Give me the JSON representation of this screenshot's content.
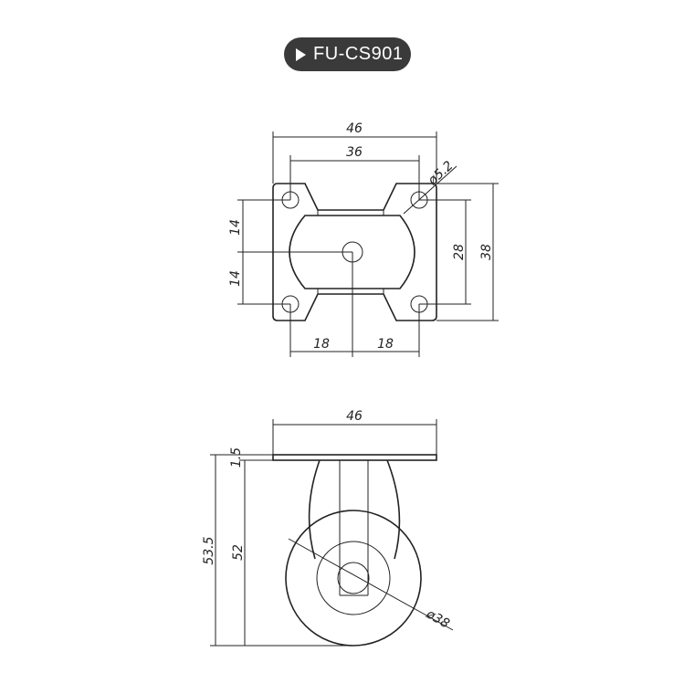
{
  "model": {
    "code": "FU-CS901",
    "icon": "play-triangle-icon"
  },
  "top_view": {
    "width_total": "46",
    "hole_spacing_x": "36",
    "hole_diameter": "ø5.2",
    "offset_upper": "14",
    "offset_lower": "14",
    "hole_spacing_y": "28",
    "height_total": "38",
    "half_left": "18",
    "half_right": "18"
  },
  "side_view": {
    "plate_width": "46",
    "plate_thickness": "1.5",
    "total_height": "53.5",
    "wheel_height": "52",
    "wheel_diameter": "ø38"
  }
}
